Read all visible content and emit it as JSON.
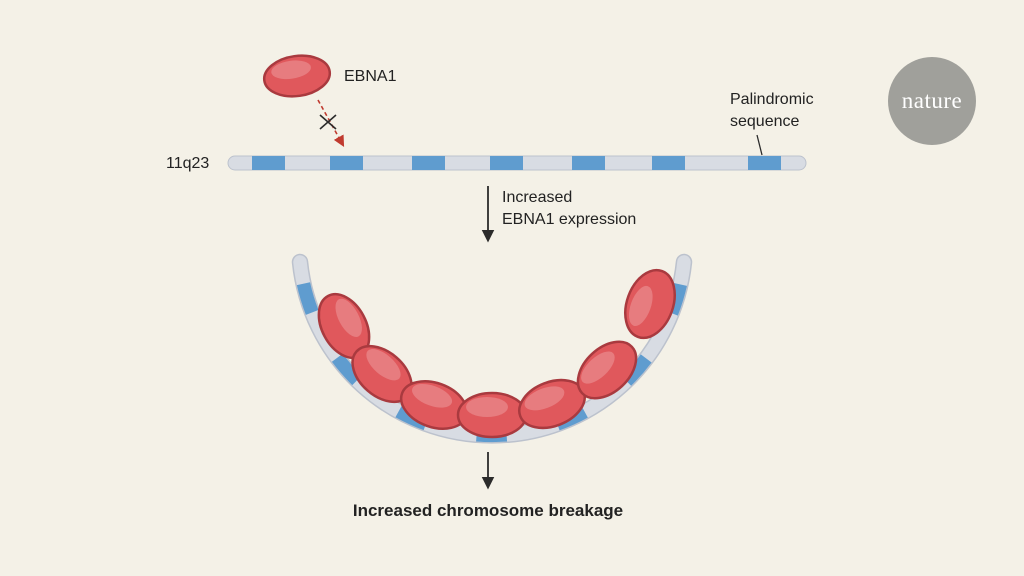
{
  "colors": {
    "background": "#f4f1e7",
    "text": "#222222",
    "arrow": "#2b2b2b",
    "blocked_arrow": "#c03a2f",
    "chromosome_body": "#d8dce3",
    "chromosome_outline": "#bcc2cd",
    "chromosome_band": "#5f9ccf",
    "protein_fill": "#e0585c",
    "protein_stroke": "#a93a3f",
    "logo_bg": "#a0a09b",
    "logo_text": "#ffffff"
  },
  "figure": {
    "protein_label": "EBNA1",
    "locus_label": "11q23",
    "palindromic_label_line1": "Palindromic",
    "palindromic_label_line2": "sequence",
    "expression_label_line1": "Increased",
    "expression_label_line2": "EBNA1 expression",
    "outcome_label": "Increased chromosome breakage",
    "logo_text": "nature"
  }
}
